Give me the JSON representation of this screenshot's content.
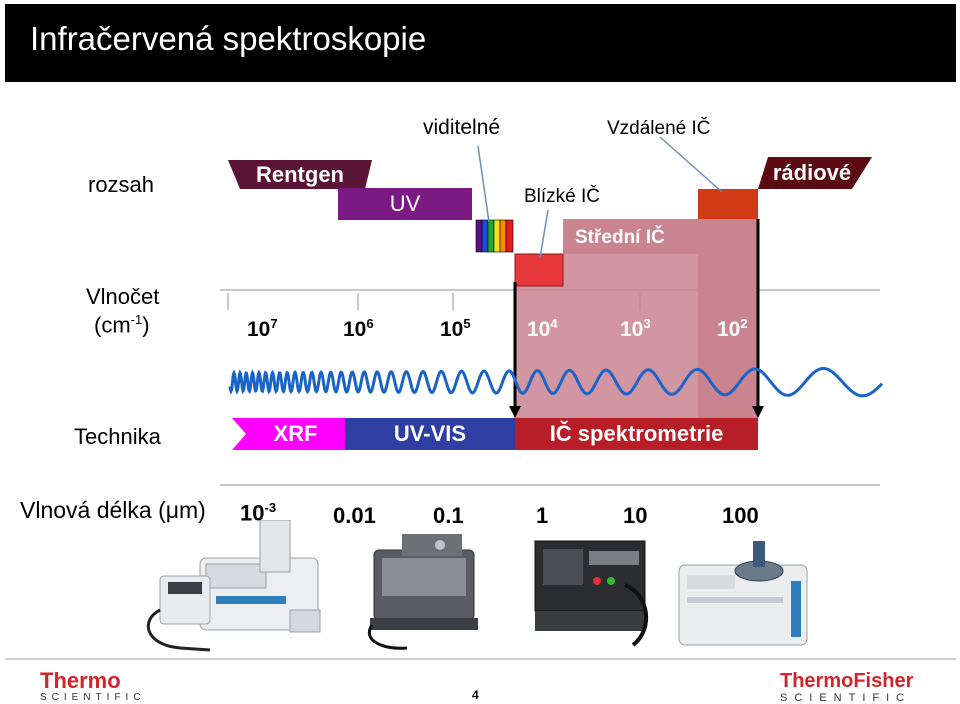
{
  "slide": {
    "title": "Infračervená spektroskopie",
    "page_number": "4"
  },
  "labels": {
    "viditelne": "viditelné",
    "vzdalene": "Vzdálené IČ",
    "rozsah": "rozsah",
    "rentgen": "Rentgen",
    "uv": "UV",
    "blizke": "Blízké IČ",
    "stredni": "Střední IČ",
    "radiove": "rádiové",
    "vlnocet_line1": "Vlnočet",
    "vlnocet_unit_base": "(cm",
    "vlnocet_unit_exp": "-1",
    "vlnocet_unit_close": ")",
    "technika": "Technika",
    "vlnova_delka": "Vlnová délka (μm)"
  },
  "wavenumber_ticks": [
    {
      "base": "10",
      "exp": "7"
    },
    {
      "base": "10",
      "exp": "6"
    },
    {
      "base": "10",
      "exp": "5"
    },
    {
      "base": "10",
      "exp": "4"
    },
    {
      "base": "10",
      "exp": "3"
    },
    {
      "base": "10",
      "exp": "2"
    }
  ],
  "techniques": {
    "xrf": "XRF",
    "uvvis": "UV-VIS",
    "ic": "IČ spektrometrie"
  },
  "wavelengths": {
    "first_base": "10",
    "first_exp": "-3",
    "values": [
      "0.01",
      "0.1",
      "1",
      "10",
      "100"
    ]
  },
  "logos": {
    "left_line1": "Thermo",
    "left_line2": "SCIENTIFIC",
    "right_line1a": "Thermo",
    "right_line1b": "Fisher",
    "right_line2": "SCIENTIFIC"
  },
  "colors": {
    "rentgen": "#5a1436",
    "uv": "#7a1a82",
    "radiove": "#5a0c12",
    "blizke": "#e8383c",
    "vzdalene": "#d03a16",
    "ir_region": "#c98490",
    "xrf": "#ff00ff",
    "uvvis": "#2f3ea3",
    "ic": "#b81e28",
    "thermo_red": "#d2242b"
  },
  "visible_spectrum_colors": [
    "#5a0d86",
    "#1f4ad6",
    "#1ea83a",
    "#f0e21a",
    "#ff8a00",
    "#e31d1d"
  ]
}
